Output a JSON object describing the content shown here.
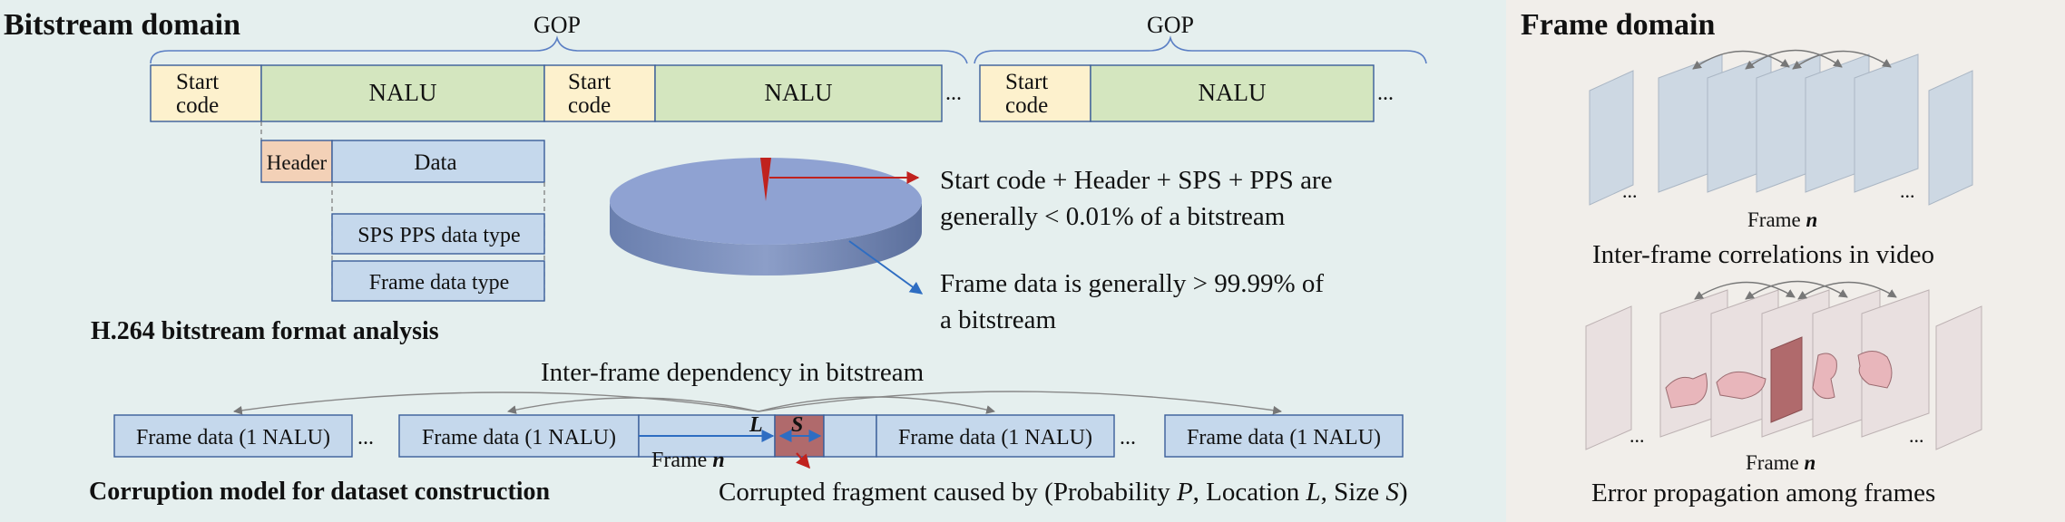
{
  "bitstream": {
    "section_title": "Bitstream domain",
    "gop_label_1": "GOP",
    "gop_label_2": "GOP",
    "start_code_1a": "Start",
    "start_code_1b": "code",
    "start_code_2a": "Start",
    "start_code_2b": "code",
    "start_code_3a": "Start",
    "start_code_3b": "code",
    "nalu_1": "NALU",
    "nalu_2": "NALU",
    "nalu_3": "NALU",
    "ellipsis": "...",
    "header_label": "Header",
    "data_label": "Data",
    "sps_pps_label": "SPS PPS data type",
    "frame_type_label": "Frame data type",
    "analysis_title": "H.264 bitstream format analysis",
    "pie_note_1_line1": "Start code + Header + SPS + PPS are",
    "pie_note_1_line2": "generally < 0.01% of a bitstream",
    "pie_note_2_line1": "Frame data is generally > 99.99% of",
    "pie_note_2_line2": "a bitstream"
  },
  "pie_chart": {
    "slices": [
      {
        "label": "Start code + Header + SPS + PPS",
        "value": 0.01,
        "color": "#c0221e"
      },
      {
        "label": "Frame data",
        "value": 99.99,
        "color": "#8fa2d2"
      }
    ]
  },
  "corruption": {
    "dependency_title": "Inter-frame dependency in bitstream",
    "frame_data_1": "Frame data (1 NALU)",
    "frame_data_2": "Frame data (1 NALU)",
    "frame_data_3": "Frame data (1 NALU)",
    "frame_data_4": "Frame data (1 NALU)",
    "ellipsis": "...",
    "label_L": "L",
    "label_S": "S",
    "frame_n_word": "Frame ",
    "frame_n_var": "n",
    "model_title": "Corruption model for dataset construction",
    "caused_by_prefix": "Corrupted fragment caused by  (Probability ",
    "var_P": "P",
    "caused_by_mid1": ", Location ",
    "var_L": "L",
    "caused_by_mid2": ", Size ",
    "var_S": "S",
    "caused_by_suffix": ")"
  },
  "frame_domain": {
    "section_title": "Frame domain",
    "ellipsis": "...",
    "frame_word": "Frame ",
    "frame_var": "n",
    "caption_top": "Inter-frame correlations in video",
    "caption_bottom": "Error propagation among frames"
  },
  "colors": {
    "start_code": "#fdf1cd",
    "nalu": "#d4e6bf",
    "header": "#f3d1b7",
    "data": "#c5d8ec",
    "frame_plane": "#cdd8e3",
    "corrupt_fill": "#b06a6c",
    "corrupt_region": "#e8b6bb",
    "brace": "#5b7fc4",
    "arrow_red": "#c0221e",
    "arrow_blue": "#2e6dc2"
  }
}
